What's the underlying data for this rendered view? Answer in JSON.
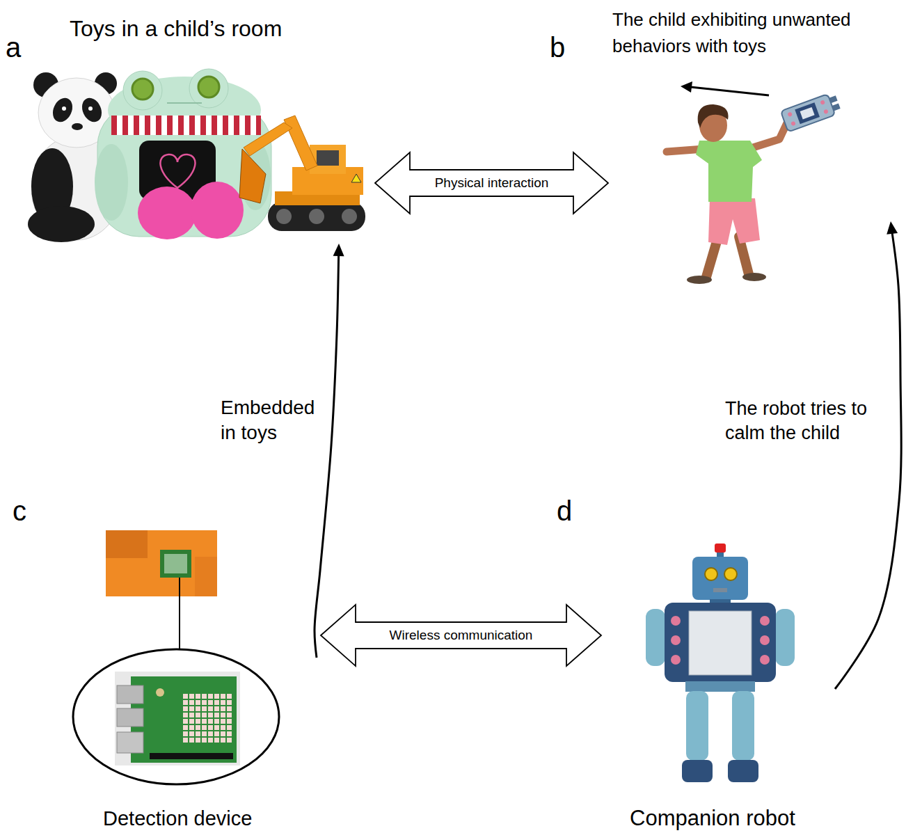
{
  "diagram": {
    "nodes": [
      {
        "text": [
          "Toys in a child’s room"
        ]
      },
      {
        "text": [
          "The child exhibiting unwanted behaviors with toys"
        ]
      },
      {
        "text": [
          "Detection device"
        ]
      },
      {
        "text": [
          "Companion robot"
        ]
      }
    ],
    "edges": [
      {
        "from": 0,
        "to": 1,
        "arrow": "both",
        "label": "Physical interaction"
      },
      {
        "from": 2,
        "to": 0,
        "arrow": "to",
        "label": "Embedded in toys"
      },
      {
        "from": 2,
        "to": 3,
        "arrow": "both",
        "label": "Wireless communication"
      },
      {
        "from": 3,
        "to": 1,
        "arrow": "to",
        "label": "The robot tries to calm the child"
      }
    ],
    "labels": [
      "a",
      "b",
      "c",
      "d"
    ]
  }
}
